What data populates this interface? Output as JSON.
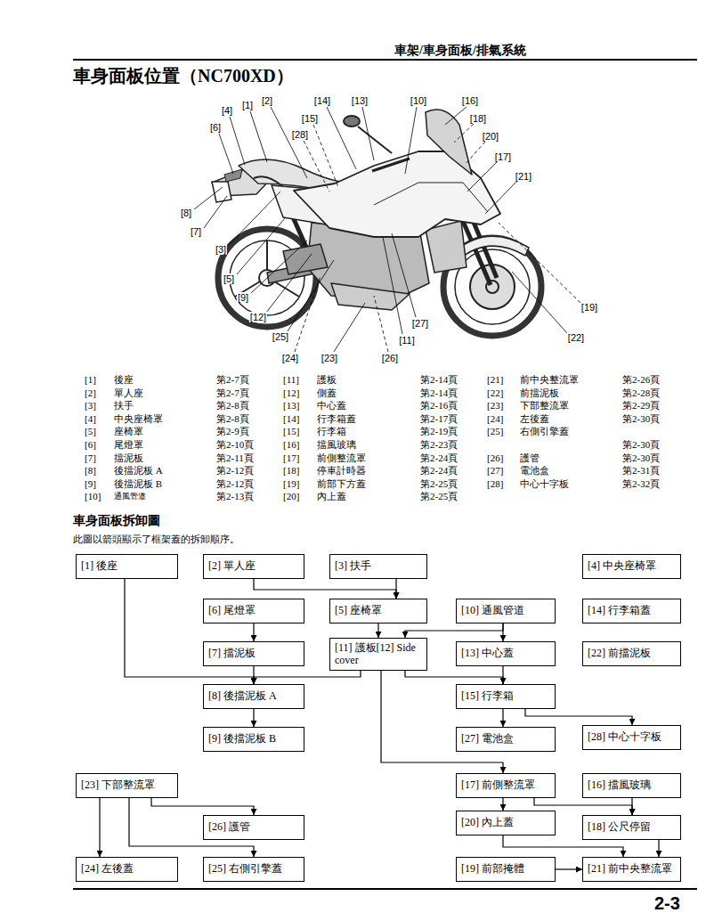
{
  "diagram": {
    "title": "車身面板位置（NC700XD）",
    "nodes": [
      {
        "text": [
          "[1] 後座"
        ]
      },
      {
        "text": [
          "[2] 單人座"
        ]
      },
      {
        "text": [
          "[3] 扶手"
        ]
      },
      {
        "text": [
          "[4] 中央座椅罩"
        ]
      },
      {
        "text": [
          "[6] 尾燈罩"
        ]
      },
      {
        "text": [
          "[5] 座椅罩"
        ]
      },
      {
        "text": [
          "[10] 通風管道"
        ]
      },
      {
        "text": [
          "[14] 行李箱蓋"
        ]
      },
      {
        "text": [
          "[7] 擋泥板"
        ]
      },
      {
        "text": [
          "[11] 護板[12] Side cover"
        ]
      },
      {
        "text": [
          "[13] 中心蓋"
        ]
      },
      {
        "text": [
          "[22] 前擋泥板"
        ]
      },
      {
        "text": [
          "[8] 後擋泥板 A"
        ]
      },
      {
        "text": [
          "[15] 行李箱"
        ]
      },
      {
        "text": [
          "[9] 後擋泥板 B"
        ]
      },
      {
        "text": [
          "[27] 電池盒"
        ]
      },
      {
        "text": [
          "[28] 中心十字板"
        ]
      },
      {
        "text": [
          "[23] 下部整流罩"
        ]
      },
      {
        "text": [
          "[17] 前側整流罩"
        ]
      },
      {
        "text": [
          "[16] 擋風玻璃"
        ]
      },
      {
        "text": [
          "[26] 護管"
        ]
      },
      {
        "text": [
          "[20] 內上蓋"
        ]
      },
      {
        "text": [
          "[18] 公尺停留"
        ]
      },
      {
        "text": [
          "[24] 左後蓋"
        ]
      },
      {
        "text": [
          "[25] 右側引擎蓋"
        ]
      },
      {
        "text": [
          "[19] 前部掩體"
        ]
      },
      {
        "text": [
          "[21] 前中央整流罩"
        ]
      }
    ],
    "edges": [
      {
        "from": 0,
        "to": 12,
        "arrow": "to"
      },
      {
        "from": 1,
        "to": 5,
        "arrow": "to"
      },
      {
        "from": 2,
        "to": 5,
        "arrow": "to"
      },
      {
        "from": 4,
        "to": 8,
        "arrow": "to"
      },
      {
        "from": 5,
        "to": 9,
        "arrow": "to"
      },
      {
        "from": 6,
        "to": 9,
        "arrow": "to"
      },
      {
        "from": 6,
        "to": 10,
        "arrow": "to"
      },
      {
        "from": 8,
        "to": 12,
        "arrow": "to"
      },
      {
        "from": 9,
        "to": 12,
        "arrow": "to"
      },
      {
        "from": 9,
        "to": 13,
        "arrow": "to"
      },
      {
        "from": 10,
        "to": 13,
        "arrow": "to"
      },
      {
        "from": 12,
        "to": 14,
        "arrow": "to"
      },
      {
        "from": 13,
        "to": 15,
        "arrow": "to"
      },
      {
        "from": 13,
        "to": 16,
        "arrow": "to"
      },
      {
        "from": 9,
        "to": 18,
        "arrow": "to"
      },
      {
        "from": 17,
        "to": 23,
        "arrow": "to"
      },
      {
        "from": 17,
        "to": 24,
        "arrow": "to"
      },
      {
        "from": 17,
        "to": 20,
        "arrow": "to"
      },
      {
        "from": 18,
        "to": 21,
        "arrow": "to"
      },
      {
        "from": 18,
        "to": 22,
        "arrow": "to"
      },
      {
        "from": 19,
        "to": 22,
        "arrow": "to"
      },
      {
        "from": 21,
        "to": 26,
        "arrow": "to"
      },
      {
        "from": 22,
        "to": 26,
        "arrow": "to"
      },
      {
        "from": 25,
        "to": 26,
        "arrow": "to"
      }
    ],
    "labels": [
      "車架/車身面板/排氣系統",
      "[4]",
      "[1]",
      "[2]",
      "[14]",
      "[13]",
      "[10]",
      "[16]",
      "[15]",
      "[18]",
      "[28]",
      "[20]",
      "[6]",
      "[17]",
      "[21]",
      "[8]",
      "[7]",
      "[3]",
      "[5]",
      "[9]",
      "[12]",
      "[19]",
      "[22]",
      "[27]",
      "[25]",
      "[11]",
      "[24]",
      "[23]",
      "[26]",
      "[1]",
      "後座",
      "第2-7頁",
      "[2]",
      "單人座",
      "第2-7頁",
      "[3]",
      "扶手",
      "第2-8頁",
      "[4]",
      "中央座椅罩",
      "第2-8頁",
      "[5]",
      "座椅罩",
      "第2-9頁",
      "[6]",
      "尾燈罩",
      "第2-10頁",
      "[7]",
      "擋泥板",
      "第2-11頁",
      "[8]",
      "後擋泥板 A",
      "第2-12頁",
      "[9]",
      "後擋泥板 B",
      "第2-12頁",
      "[10]",
      "通風管道",
      "第2-13頁",
      "[11]",
      "護板",
      "第2-14頁",
      "[12]",
      "側蓋",
      "第2-14頁",
      "[13]",
      "中心蓋",
      "第2-16頁",
      "[14]",
      "行李箱蓋",
      "第2-17頁",
      "[15]",
      "行李箱",
      "第2-19頁",
      "[16]",
      "擋風玻璃",
      "第2-23頁",
      "[17]",
      "前側整流罩",
      "第2-24頁",
      "[18]",
      "停車計時器",
      "第2-24頁",
      "[19]",
      "前部下方蓋",
      "第2-25頁",
      "[20]",
      "內上蓋",
      "第2-25頁",
      "[21]",
      "前中央整流罩",
      "第2-26頁",
      "[22]",
      "前擋泥板",
      "第2-28頁",
      "[23]",
      "下部整流罩",
      "第2-29頁",
      "[24]",
      "左後蓋",
      "第2-30頁",
      "[25]",
      "右側引擎蓋",
      "第2-30頁",
      "[26]",
      "護管",
      "第2-30頁",
      "[27]",
      "電池盒",
      "第2-31頁",
      "[28]",
      "中心十字板",
      "第2-32頁",
      "車身面板拆卸圖",
      "此圖以箭頭顯示了框架蓋的拆卸順序。",
      "2-3"
    ]
  }
}
